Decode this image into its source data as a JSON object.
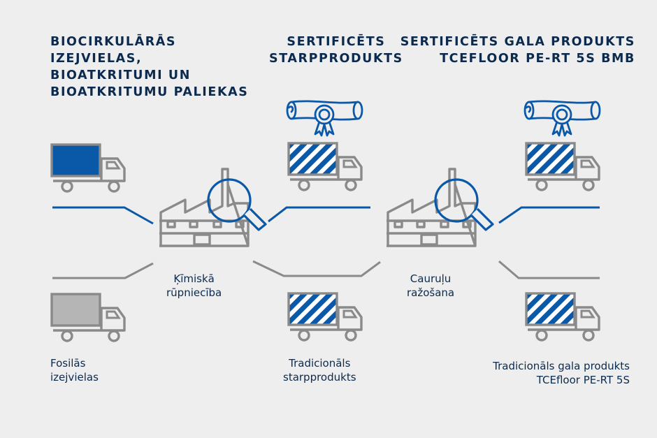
{
  "headers": {
    "bio": [
      "BIOCIRKULĀRĀS",
      "IZEJVIELAS,",
      "BIOATKRITUMI UN",
      "BIOATKRITUMU PALIEKAS"
    ],
    "intermediate": [
      "SERTIFICĒTS",
      "STARPPRODUKTS"
    ],
    "final": [
      "SERTIFICĒTS GALA PRODUKTS",
      "TCEFLOOR PE-RT 5S BMB"
    ]
  },
  "labels": {
    "chemical": [
      "Ķīmiskā",
      "rūpniecība"
    ],
    "pipes": [
      "Cauruļu",
      "ražošana"
    ],
    "fossil": [
      "Fosilās",
      "izejvielas"
    ],
    "trad_intermediate": [
      "Tradicionāls",
      "starpprodukts"
    ],
    "trad_final": [
      "Tradicionāls gala produkts",
      "TCEfloor PE-RT 5S"
    ]
  },
  "colors": {
    "blue": "#0a58a8",
    "gray_icon": "#8a8a8a",
    "fossil_fill": "#b5b5b5",
    "text": "#0b2a4d",
    "background": "#eeeeee"
  },
  "icons": [
    "truck-icon",
    "factory-icon",
    "magnifier-icon",
    "certificate-icon"
  ]
}
